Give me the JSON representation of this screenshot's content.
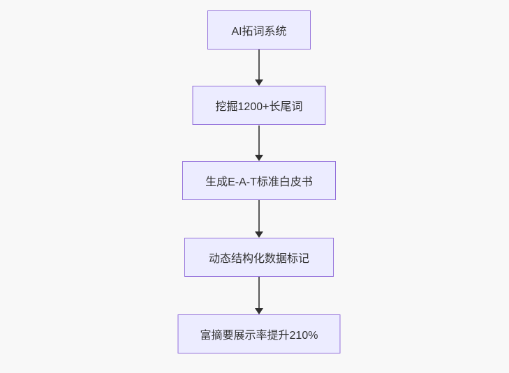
{
  "diagram": {
    "type": "flowchart",
    "direction": "top-down",
    "colors": {
      "background": "#f8f8f8",
      "node_fill": "#ececff",
      "node_border": "#9370db",
      "node_text": "#333333",
      "arrow_line": "#5a5a5a",
      "arrow_head": "#2f2f2f"
    },
    "nodes": [
      {
        "id": "n1",
        "label": "AI拓词系统"
      },
      {
        "id": "n2",
        "label": "挖掘1200+长尾词"
      },
      {
        "id": "n3",
        "label": "生成E-A-T标准白皮书"
      },
      {
        "id": "n4",
        "label": "动态结构化数据标记"
      },
      {
        "id": "n5",
        "label": "富摘要展示率提升210%"
      }
    ],
    "edges": [
      {
        "from": "n1",
        "to": "n2"
      },
      {
        "from": "n2",
        "to": "n3"
      },
      {
        "from": "n3",
        "to": "n4"
      },
      {
        "from": "n4",
        "to": "n5"
      }
    ]
  }
}
